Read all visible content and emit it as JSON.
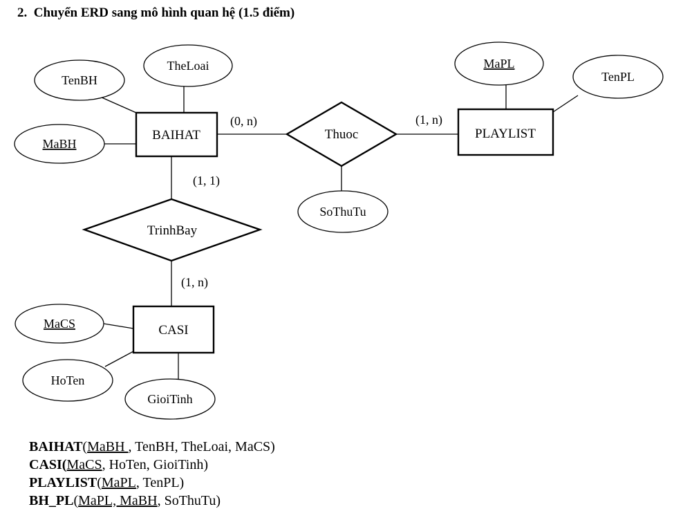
{
  "heading": {
    "number": "2.",
    "title": "Chuyển ERD sang mô hình quan hệ (1.5 điểm)"
  },
  "diagram": {
    "entities": {
      "baihat": "BAIHAT",
      "playlist": "PLAYLIST",
      "casi": "CASI"
    },
    "relationships": {
      "thuoc": "Thuoc",
      "trinhbay": "TrinhBay"
    },
    "attributes": {
      "tenbh": "TenBH",
      "theloai": "TheLoai",
      "mabh": "MaBH",
      "mapl": "MaPL",
      "tenpl": "TenPL",
      "sothutu": "SoThuTu",
      "macs": "MaCS",
      "hoten": "HoTen",
      "gioitinh": "GioiTinh"
    },
    "cardinalities": {
      "baihat_thuoc": "(0, n)",
      "playlist_thuoc": "(1, n)",
      "baihat_trinhbay": "(1, 1)",
      "casi_trinhbay": "(1, n)"
    }
  },
  "schema": {
    "baihat": {
      "name": "BAIHAT",
      "open": "(",
      "key": "MaBH ",
      "rest": ", TenBH, TheLoai, MaCS)"
    },
    "casi": {
      "name": "CASI",
      "open": "(",
      "key": "MaCS",
      "rest": ", HoTen, GioiTinh)"
    },
    "playlist": {
      "name": "PLAYLIST",
      "open": "(",
      "key": "MaPL",
      "rest": ", TenPL)"
    },
    "bh_pl": {
      "name": "BH_PL",
      "open": "(",
      "key": "MaPL, MaBH",
      "rest": ", SoThuTu)"
    }
  }
}
